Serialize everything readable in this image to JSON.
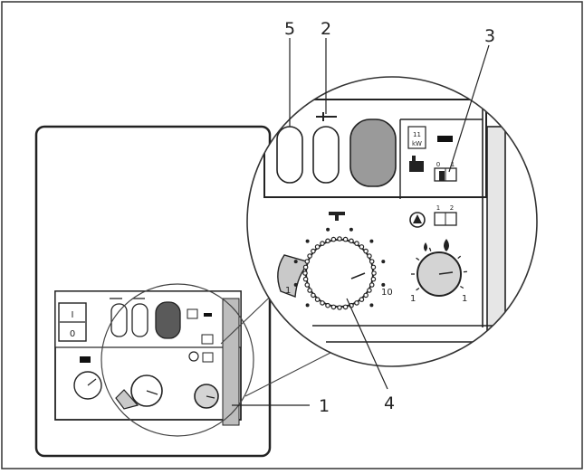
{
  "callouts": {
    "c1": "1",
    "c2": "2",
    "c3": "3",
    "c4": "4",
    "c5": "5"
  },
  "main_panel": {
    "switch_on": "I",
    "switch_off": "0"
  },
  "dhw_dial": {
    "scale_min": "1",
    "scale_max": "10",
    "icon": "tap-icon"
  },
  "heating_dial": {
    "scale_min": "1",
    "scale_max": "1",
    "icon": "flame-icon"
  },
  "rating_label": {
    "line1": "11",
    "line2": "kW"
  },
  "selector_labels": {
    "zero": "0",
    "one": "1",
    "two": "2"
  },
  "colors": {
    "line": "#222222",
    "indicator_fill": "#9a9a9a",
    "knob_fill": "#d4d4d4"
  }
}
